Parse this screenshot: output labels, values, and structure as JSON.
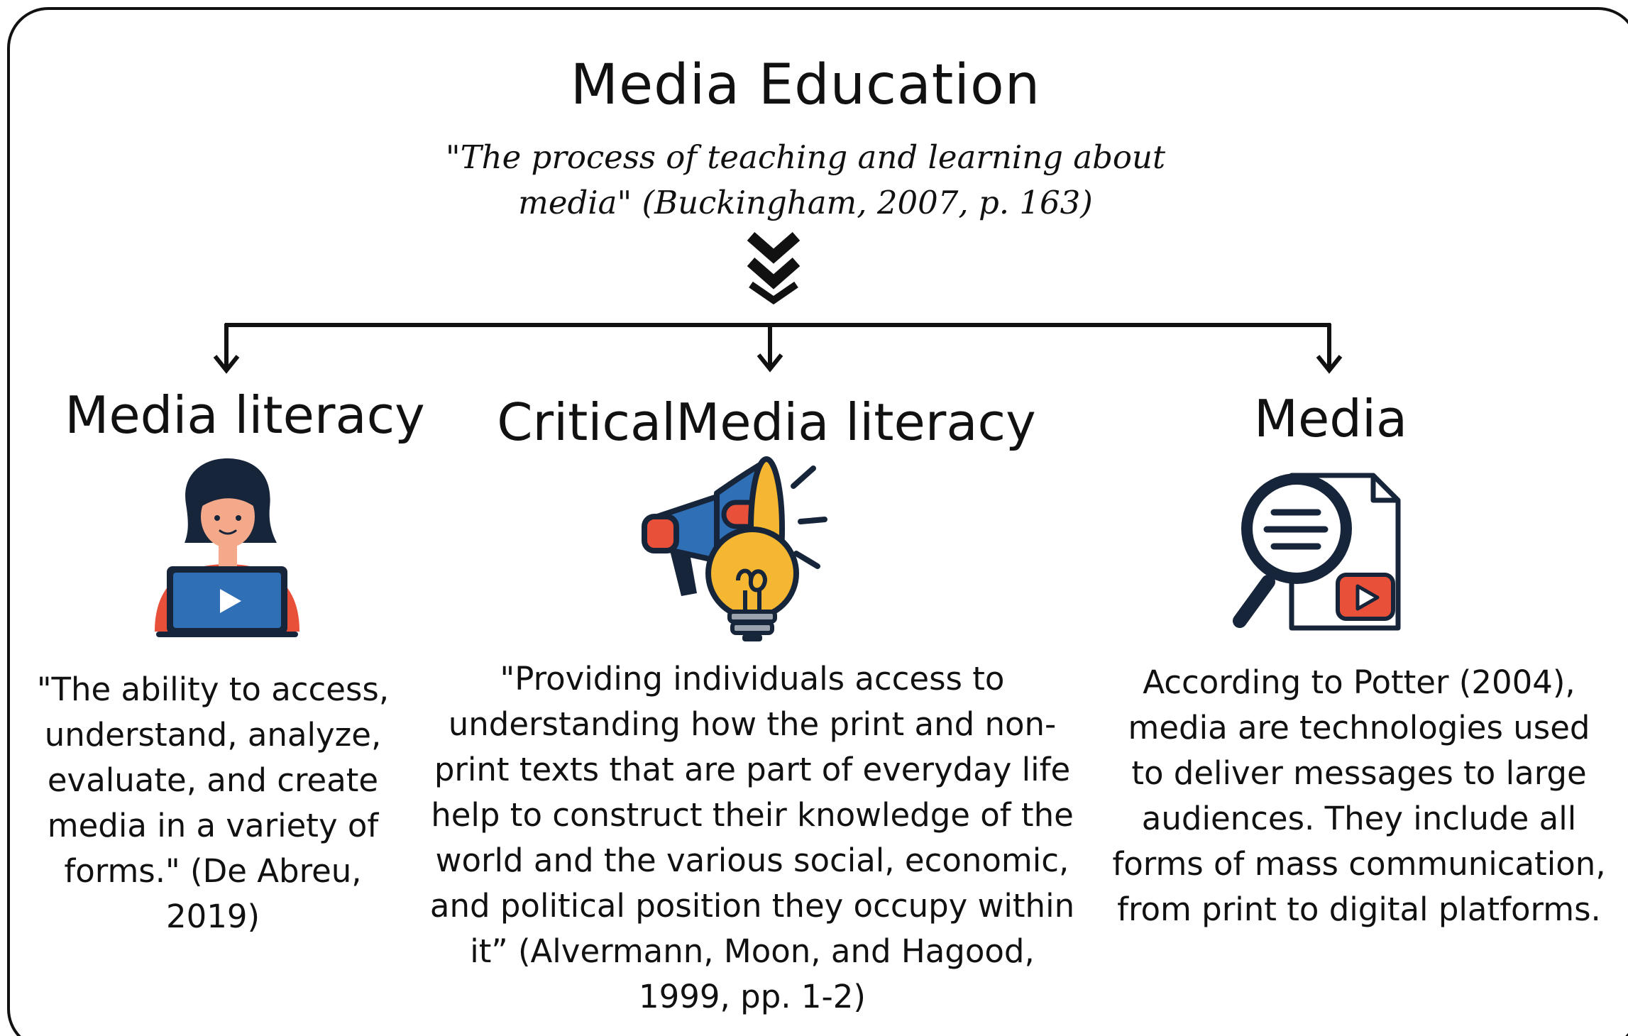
{
  "diagram": {
    "title": "Media Education",
    "definition": "\"The process of teaching and learning about media\" (Buckingham, 2007, p. 163)",
    "branches": [
      {
        "heading": "Media literacy",
        "icon": "person-with-laptop-icon",
        "text": "\"The ability to access, understand, analyze, evaluate, and create media in a variety of forms.\" (De Abreu, 2019)"
      },
      {
        "heading": "CriticalMedia literacy",
        "icon": "megaphone-lightbulb-icon",
        "text": "\"Providing individuals access to understanding how the print and non-print texts that are part of everyday life help to construct their knowledge of the world and the various social, economic, and political position they occupy within it” (Alvermann, Moon, and Hagood, 1999, pp. 1-2)"
      },
      {
        "heading": "Media",
        "icon": "magnifier-document-video-icon",
        "text": "According to Potter (2004), media are technologies used to deliver messages to large audiences. They include all forms of mass communication, from print to digital platforms."
      }
    ],
    "colors": {
      "line": "#111111",
      "accent_red": "#e8503a",
      "accent_blue": "#2f6fb5",
      "accent_yellow": "#f5b731",
      "skin": "#f4a98a"
    }
  }
}
